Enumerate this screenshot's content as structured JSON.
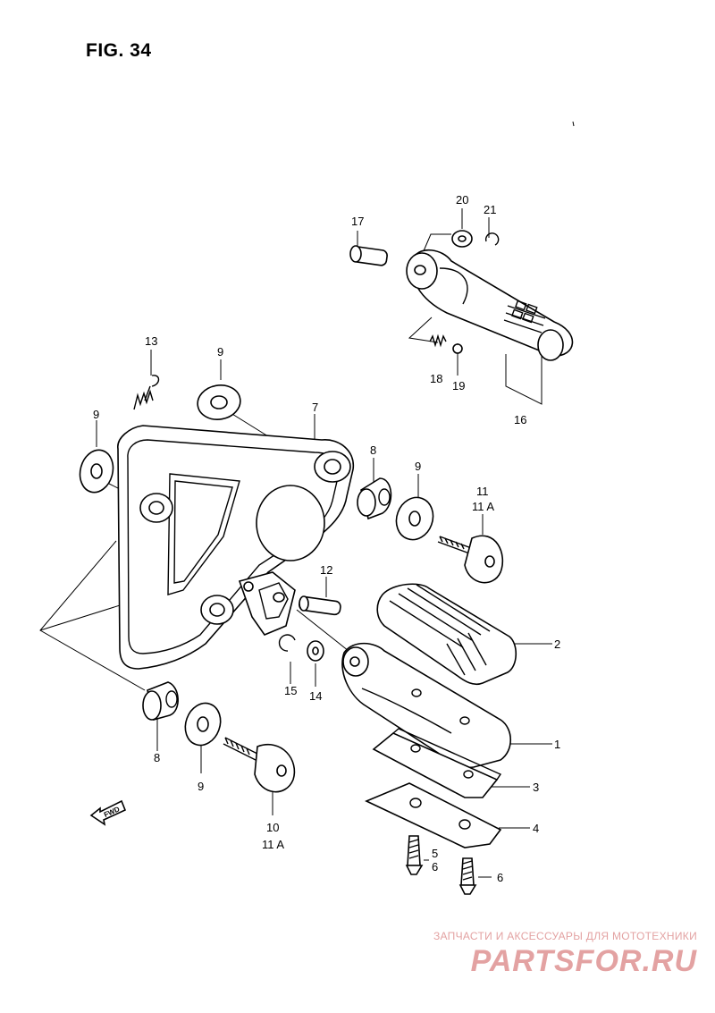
{
  "figure": {
    "title": "FIG. 34",
    "fwd_arrow_label": "FWD"
  },
  "callouts": [
    {
      "id": "17",
      "text": "17"
    },
    {
      "id": "20",
      "text": "20"
    },
    {
      "id": "21",
      "text": "21"
    },
    {
      "id": "18",
      "text": "18"
    },
    {
      "id": "19",
      "text": "19"
    },
    {
      "id": "16",
      "text": "16"
    },
    {
      "id": "13",
      "text": "13"
    },
    {
      "id": "9a",
      "text": "9"
    },
    {
      "id": "9b",
      "text": "9"
    },
    {
      "id": "7",
      "text": "7"
    },
    {
      "id": "8a",
      "text": "8"
    },
    {
      "id": "9c",
      "text": "9"
    },
    {
      "id": "11a",
      "text": "11"
    },
    {
      "id": "11Aa",
      "text": "11 A"
    },
    {
      "id": "12",
      "text": "12"
    },
    {
      "id": "2",
      "text": "2"
    },
    {
      "id": "15",
      "text": "15"
    },
    {
      "id": "14",
      "text": "14"
    },
    {
      "id": "1",
      "text": "1"
    },
    {
      "id": "8b",
      "text": "8"
    },
    {
      "id": "9d",
      "text": "9"
    },
    {
      "id": "3",
      "text": "3"
    },
    {
      "id": "10",
      "text": "10"
    },
    {
      "id": "11Ab",
      "text": "11 A"
    },
    {
      "id": "4",
      "text": "4"
    },
    {
      "id": "5",
      "text": "5"
    },
    {
      "id": "6a",
      "text": "6"
    },
    {
      "id": "6b",
      "text": "6"
    }
  ],
  "watermark": {
    "caption": "ЗАПЧАСТИ И АКСЕССУАРЫ ДЛЯ МОТОТЕХНИКИ",
    "logo": "PARTSFOR.RU",
    "color": "#e3a2a2"
  }
}
